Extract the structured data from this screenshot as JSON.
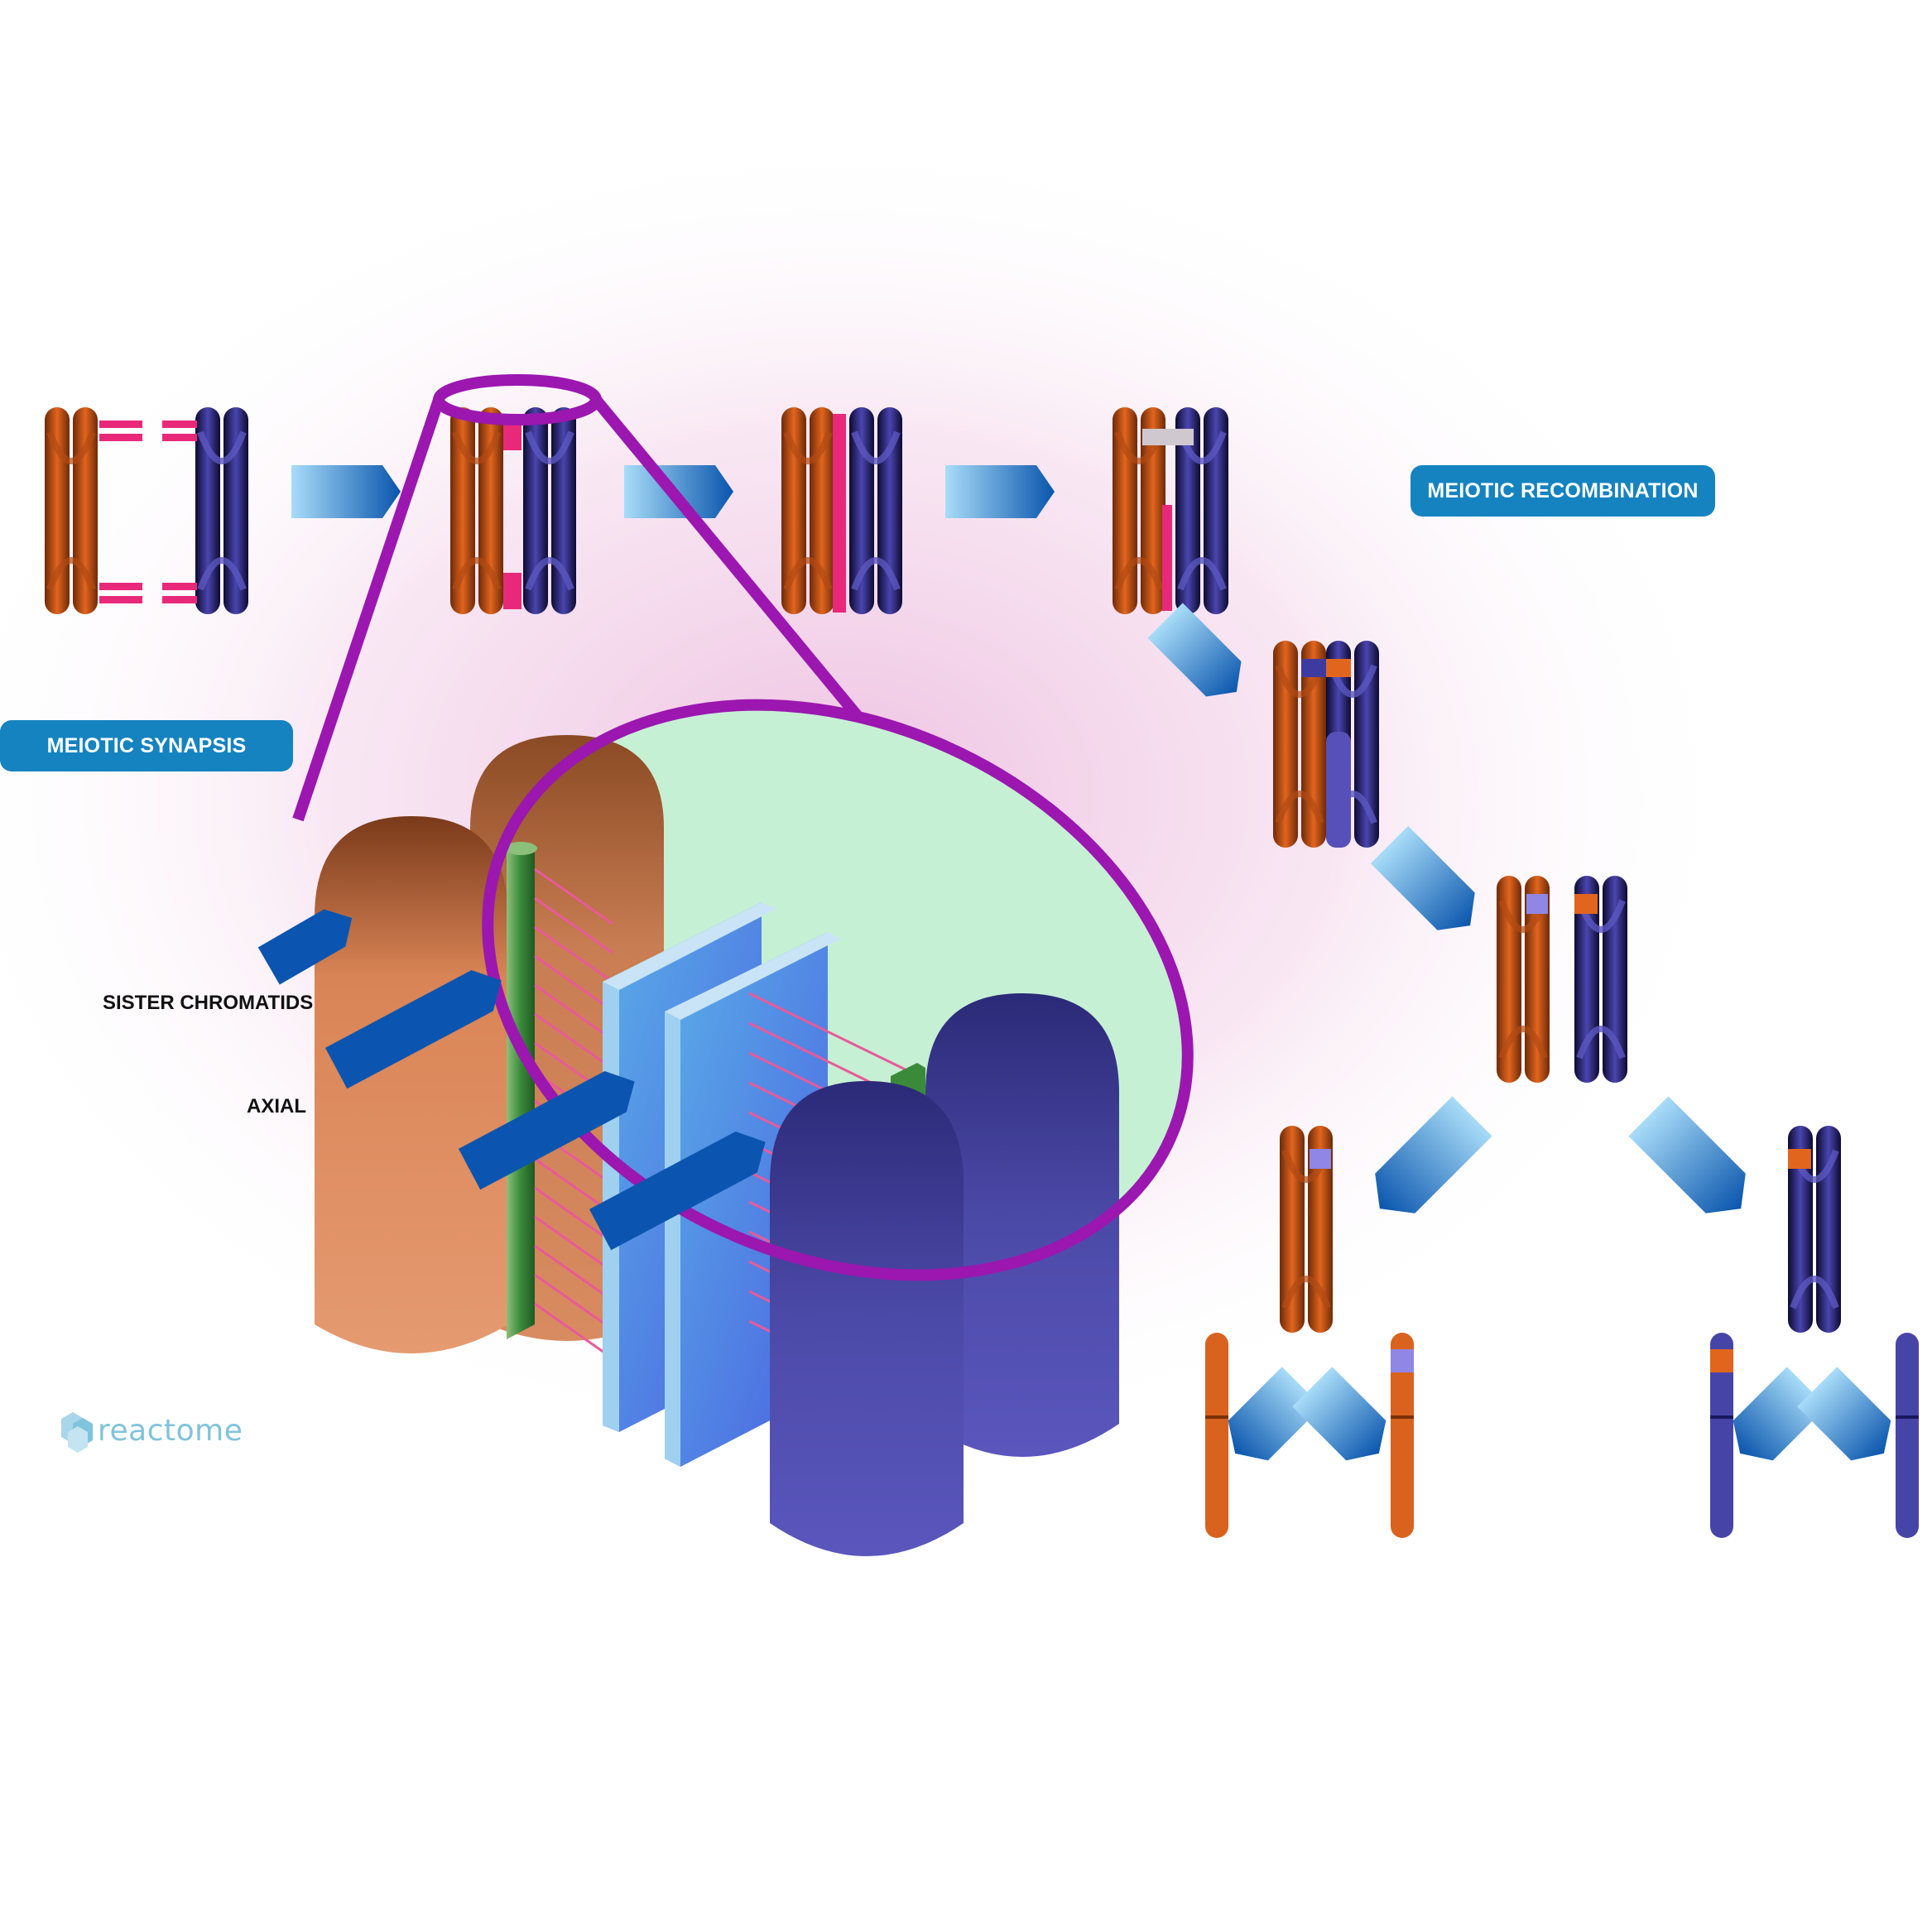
{
  "labels": {
    "meiotic_recombination": "MEIOTIC RECOMBINATION",
    "meiotic_synapsis": "MEIOTIC SYNAPSIS",
    "sister_chromatids": "SISTER CHROMATIDS",
    "axial": "AXIAL"
  },
  "logo": {
    "text": "reactome"
  },
  "colors": {
    "pill": "#1583c0",
    "maternal": "#d9621e",
    "paternal": "#3b3aa0",
    "synaptonemal_marker": "#e8297a",
    "zoom_outline": "#9b17b0",
    "zoom_fill": "#c6f0d4",
    "arrow_light": "#9fd6f5",
    "arrow_dark": "#0b58b3",
    "halo": "#f0c9e4"
  },
  "icons": [
    "chromosome-icon",
    "process-arrow-icon",
    "reactome-logo-icon"
  ]
}
